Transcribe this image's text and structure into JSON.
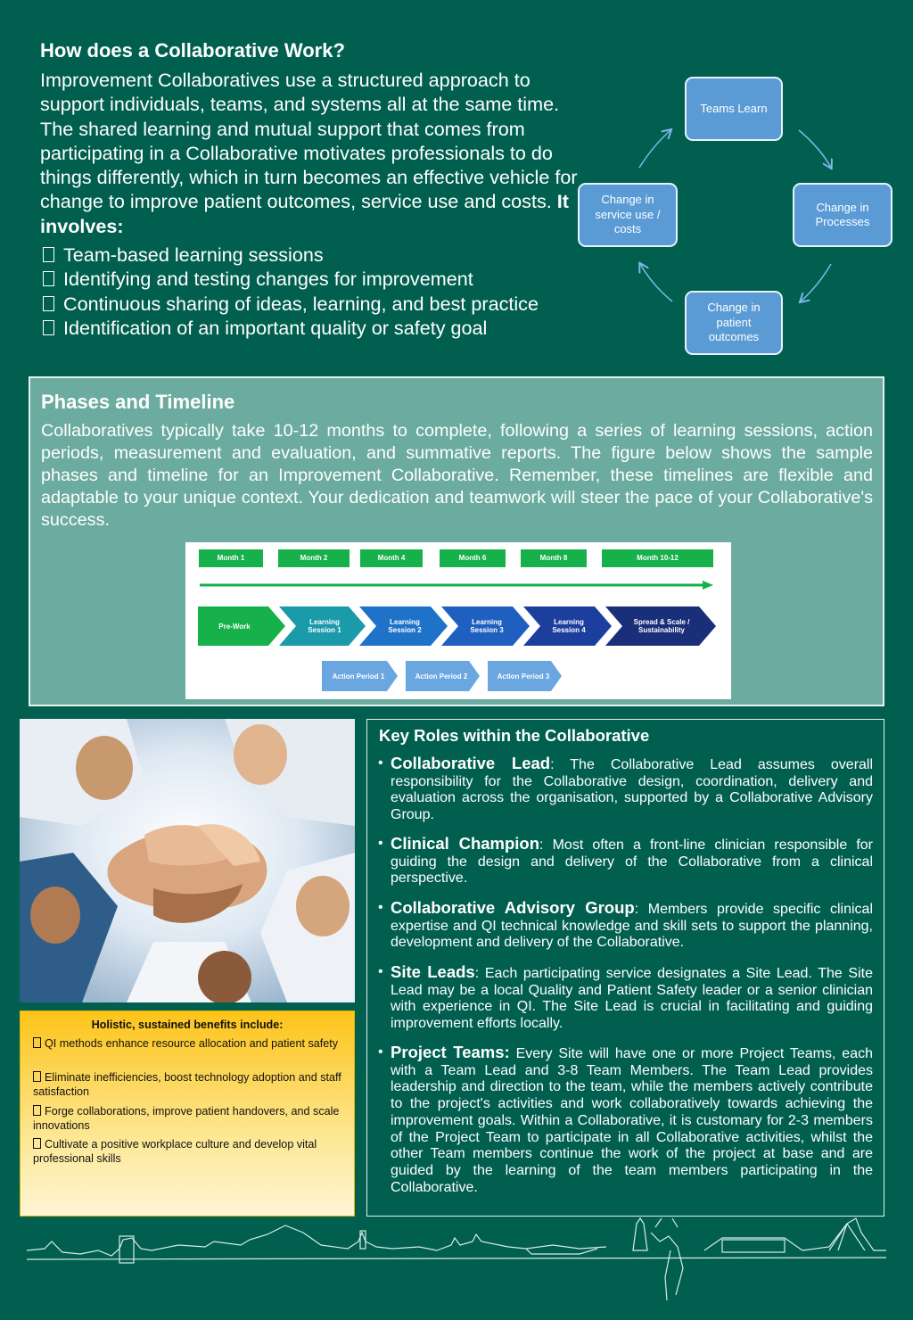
{
  "how": {
    "title": "How does a Collaborative Work?",
    "para": "Improvement Collaboratives use a structured approach to support individuals, teams, and systems all at the same time. The shared learning and mutual support that comes from participating in a Collaborative motivates professionals to do things differently, which in turn becomes an effective vehicle for change to improve patient outcomes, service use and costs.",
    "involves": "It involves:",
    "items": [
      "Team-based learning sessions",
      "Identifying and testing changes for improvement",
      "Continuous sharing of ideas, learning, and best practice",
      "Identification of an important quality or safety goal"
    ]
  },
  "cycle": {
    "nodes": [
      "Teams Learn",
      "Change in Processes",
      "Change in patient outcomes",
      "Change in service use / costs"
    ]
  },
  "phases": {
    "title": "Phases and Timeline",
    "para": "Collaboratives typically take 10-12 months to complete, following a series of learning sessions, action periods, measurement and evaluation, and summative reports. The figure below shows the sample phases and timeline for an Improvement Collaborative. Remember, these timelines are flexible and adaptable to your unique context. Your dedication and teamwork will steer the pace of your Collaborative's success.",
    "months": [
      "Month 1",
      "Month 2",
      "Month 4",
      "Month 6",
      "Month 8",
      "Month 10-12"
    ],
    "stages": [
      "Pre-Work",
      "Learning Session 1",
      "Learning Session 2",
      "Learning Session 3",
      "Learning Session 4",
      "Spread & Scale / Sustainability"
    ],
    "actions": [
      "Action Period 1",
      "Action Period 2",
      "Action Period 3"
    ],
    "colors": {
      "green": "#16b14a",
      "teal": "#1b9aaa",
      "blue": "#1f5fbf",
      "navy": "#1a2f7a",
      "action": "#6aa6e0"
    }
  },
  "benefits": {
    "title": "Holistic, sustained benefits include:",
    "items": [
      "QI methods enhance resource allocation and patient safety",
      "Eliminate inefficiencies, boost technology adoption and staff satisfaction",
      "Forge collaborations, improve patient handovers, and scale innovations",
      "Cultivate a positive workplace culture and develop vital professional skills"
    ]
  },
  "roles": {
    "title": "Key Roles within the Collaborative",
    "items": [
      {
        "name": "Collaborative Lead",
        "text": "The Collaborative Lead assumes overall responsibility for the Collaborative design, coordination, delivery and evaluation across the organisation, supported by a Collaborative Advisory Group."
      },
      {
        "name": "Clinical Champion",
        "text": "Most often a front-line clinician responsible for guiding the design and delivery of the Collaborative from a clinical perspective."
      },
      {
        "name": "Collaborative Advisory Group",
        "text": "Members provide specific clinical expertise and QI technical knowledge and skill sets to support the planning, development and delivery of the Collaborative."
      },
      {
        "name": "Site Leads",
        "text": "Each participating service designates a Site Lead. The Site Lead may be a local Quality and Patient Safety leader or a senior clinician with experience in QI. The Site Lead is crucial in facilitating and guiding improvement efforts locally."
      },
      {
        "name": "Project Teams:",
        "text": "Every Site will have one or more Project Teams, each with a Team Lead and 3-8 Team Members. The Team Lead provides leadership and direction to the team, while the members actively contribute to the project's activities and work collaboratively towards achieving the improvement goals. Within a Collaborative, it is customary for 2-3 members of the Project Team to participate in all Collaborative activities, whilst the other Team members continue the work of the project at base and are guided by the learning of the team members participating in the Collaborative."
      }
    ],
    "separators": [
      ":",
      ":",
      ":",
      ":",
      ""
    ]
  }
}
